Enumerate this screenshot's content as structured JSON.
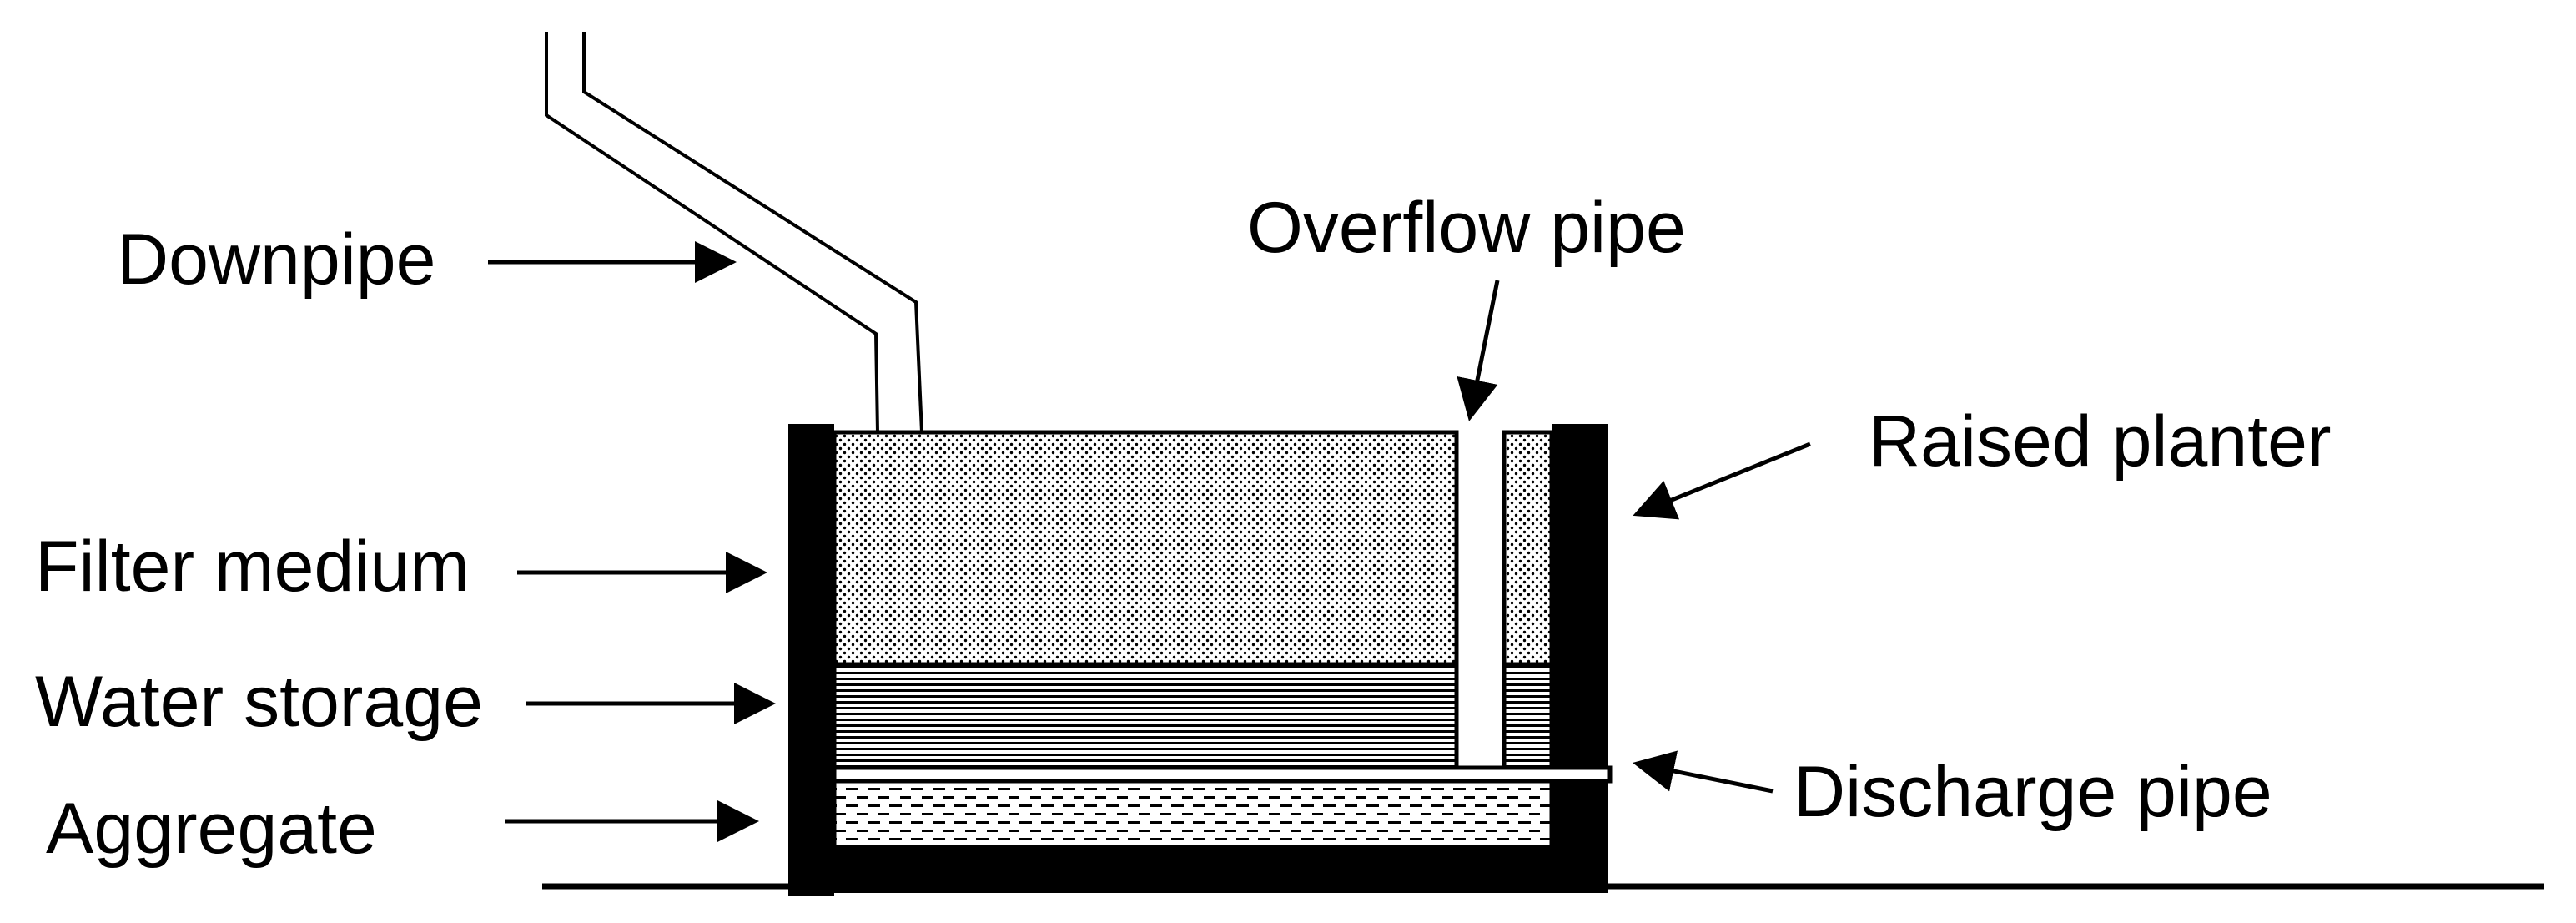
{
  "labels": {
    "downpipe": "Downpipe",
    "overflow_pipe": "Overflow pipe",
    "raised_planter": "Raised planter",
    "filter_medium": "Filter medium",
    "water_storage": "Water storage",
    "aggregate": "Aggregate",
    "discharge_pipe": "Discharge pipe"
  },
  "colors": {
    "ink": "#000000",
    "background": "#ffffff"
  }
}
